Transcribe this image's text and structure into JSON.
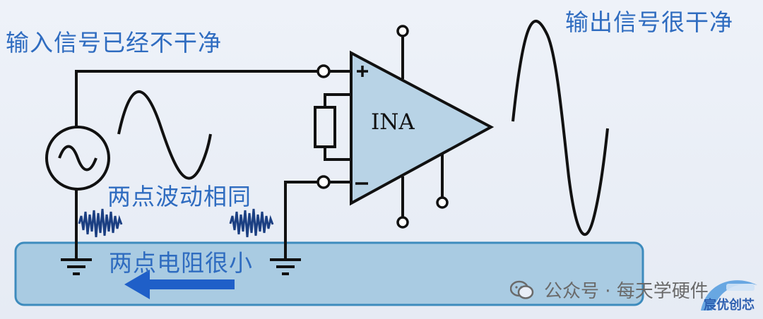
{
  "labels": {
    "input_noisy": "输入信号已经不干净",
    "output_clean": "输出信号很干净",
    "same_fluctuation": "两点波动相同",
    "low_resistance": "两点电阻很小"
  },
  "amplifier": {
    "name": "INA",
    "plus_sign": "+",
    "minus_sign": "−"
  },
  "watermark": {
    "text": "公众号 · 每天学硬件",
    "logo_text": "宸优创芯"
  },
  "colors": {
    "label_blue": "#2f6cc0",
    "amp_fill": "#b8d3e6",
    "ground_plane_fill": "#a9cbe2",
    "ground_plane_stroke": "#3d8bbd",
    "arrow_blue": "#1f5fc8",
    "noise_blue": "#1b3f82",
    "wire": "#111111"
  }
}
